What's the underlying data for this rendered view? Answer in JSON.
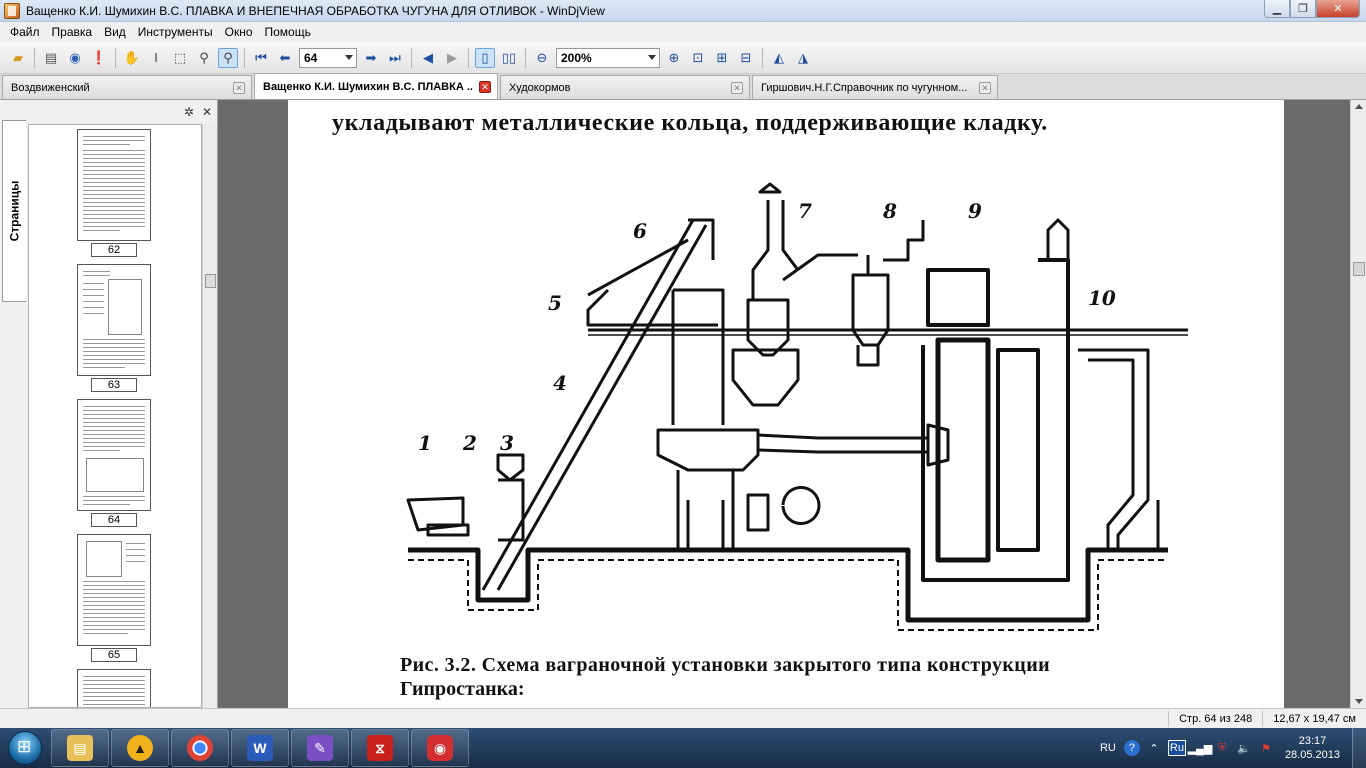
{
  "window": {
    "title": "Ващенко К.И. Шумихин В.С. ПЛАВКА И ВНЕПЕЧНАЯ ОБРАБОТКА ЧУГУНА ДЛЯ ОТЛИВОК - WinDjView",
    "minimize": "▁",
    "maximize": "❐",
    "close": "✕"
  },
  "menu": [
    "Файл",
    "Правка",
    "Вид",
    "Инструменты",
    "Окно",
    "Помощь"
  ],
  "toolbar": {
    "page_number": "64",
    "zoom": "200%"
  },
  "tabs": [
    {
      "label": "Воздвиженский",
      "active": false
    },
    {
      "label": "Ващенко К.И. Шумихин В.С. ПЛАВКА ...",
      "active": true
    },
    {
      "label": "Худокормов",
      "active": false
    },
    {
      "label": "Гиршович.Н.Г.Справочник по чугунном...",
      "active": false
    }
  ],
  "sidebar": {
    "tab_label": "Страницы",
    "settings_icon": "✲",
    "close_icon": "✕",
    "thumbnails": [
      "62",
      "63",
      "64",
      "65"
    ]
  },
  "document": {
    "top_line": "укладывают металлические кольца, поддерживающие кладку.",
    "caption_line1": "Рис. 3.2. Схема ваграночной установки закрытого типа конструкции",
    "caption_line2": "Гипростанка:",
    "labels": [
      "1",
      "2",
      "3",
      "4",
      "5",
      "6",
      "7",
      "8",
      "9",
      "10"
    ]
  },
  "status": {
    "page": "Стр. 64 из 248",
    "size": "12,67 x 19,47 см"
  },
  "taskbar": {
    "apps": [
      "explorer",
      "archiver",
      "chrome",
      "word",
      "editor",
      "acrobat",
      "recorder"
    ],
    "word_letter": "W",
    "lang": "RU",
    "ru_badge": "Ru",
    "time": "23:17",
    "date": "28.05.2013"
  }
}
